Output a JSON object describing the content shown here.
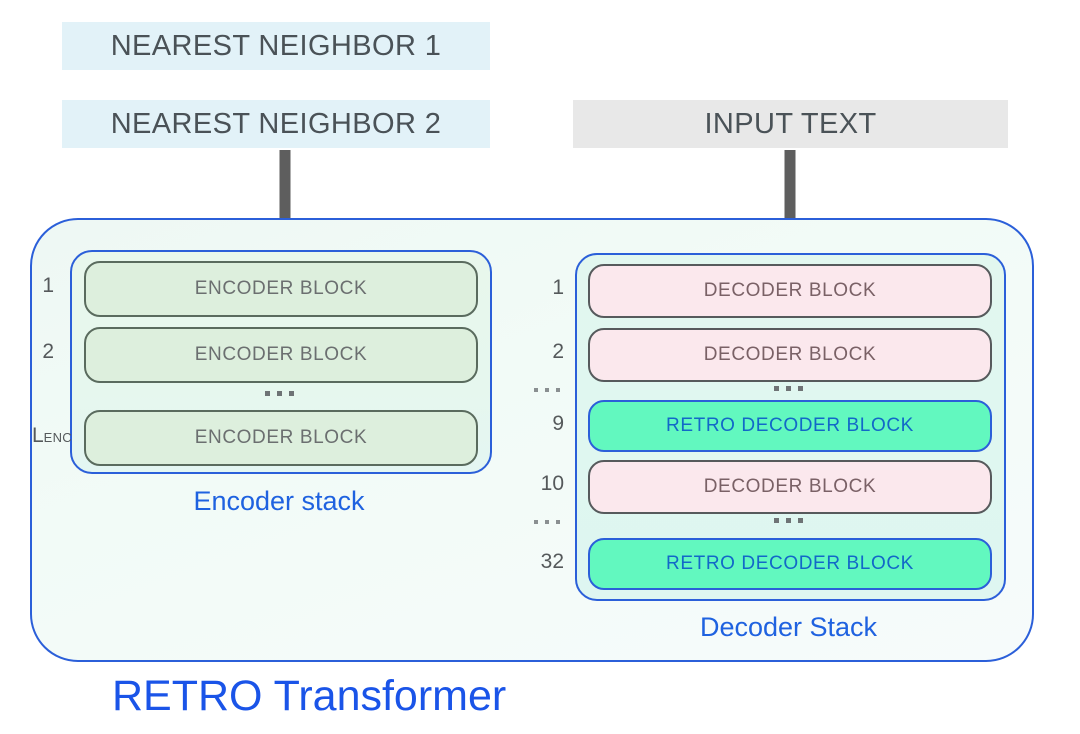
{
  "diagram": {
    "title": "RETRO Transformer",
    "accent_color": "#1a54e8",
    "inputs": [
      {
        "label": "NEAREST NEIGHBOR 1",
        "bg": "#e2f2f8"
      },
      {
        "label": "NEAREST NEIGHBOR 2",
        "bg": "#e2f2f8"
      },
      {
        "label": "INPUT TEXT",
        "bg": "#e8e8e8"
      }
    ],
    "encoder_stack": {
      "caption": "Encoder stack",
      "rows": [
        {
          "index": "1",
          "label": "ENCODER BLOCK",
          "type": "encoder"
        },
        {
          "index": "2",
          "label": "ENCODER BLOCK",
          "type": "encoder"
        },
        {
          "index": "",
          "label": "...",
          "type": "ellipsis"
        },
        {
          "index": "L",
          "index_sub": "ENC",
          "label": "ENCODER BLOCK",
          "type": "encoder"
        }
      ]
    },
    "decoder_stack": {
      "caption": "Decoder Stack",
      "rows": [
        {
          "index": "1",
          "label": "DECODER BLOCK",
          "type": "decoder"
        },
        {
          "index": "2",
          "label": "DECODER BLOCK",
          "type": "decoder"
        },
        {
          "index": "...",
          "label": "...",
          "type": "ellipsis"
        },
        {
          "index": "9",
          "label": "RETRO DECODER BLOCK",
          "type": "retro"
        },
        {
          "index": "10",
          "label": "DECODER BLOCK",
          "type": "decoder"
        },
        {
          "index": "...",
          "label": "...",
          "type": "ellipsis"
        },
        {
          "index": "32",
          "label": "RETRO DECODER BLOCK",
          "type": "retro"
        }
      ]
    },
    "colors": {
      "encoder_block": "#ddefdd",
      "decoder_block": "#fbe8ed",
      "retro_block": "#62f8bf",
      "container_border": "#2b5fd9",
      "arrow": "#5e5e5e"
    }
  }
}
